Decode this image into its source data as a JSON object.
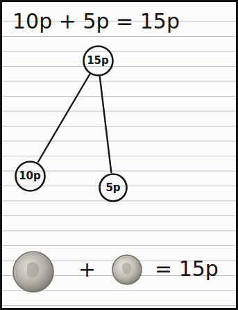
{
  "diagram": {
    "nodes": [
      {
        "text": [
          "15p"
        ]
      },
      {
        "text": [
          "10p"
        ]
      },
      {
        "text": [
          "5p"
        ]
      }
    ],
    "edges": [
      {
        "from": 0,
        "to": 1,
        "arrow": "none"
      },
      {
        "from": 0,
        "to": 2,
        "arrow": "none"
      }
    ],
    "labels": [
      "10p + 5p = 15p",
      "+",
      "= 15p"
    ]
  }
}
